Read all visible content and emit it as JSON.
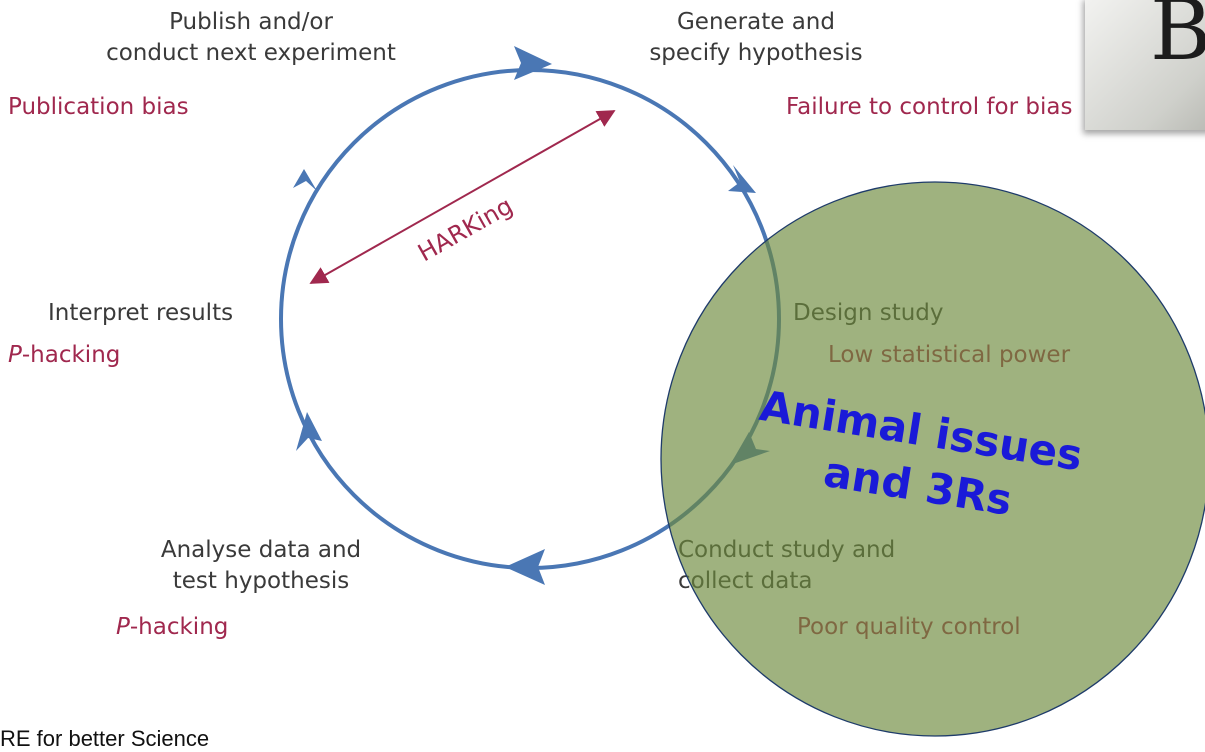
{
  "cycle": {
    "publish": "Publish and/or\nconduct next experiment",
    "generate": "Generate and\nspecify hypothesis",
    "design": "Design study",
    "conduct": "Conduct study and\ncollect data",
    "analyse": "Analyse data and\ntest hypothesis",
    "interpret": "Interpret results"
  },
  "biases": {
    "publication": "Publication bias",
    "failure": "Failure to control for bias",
    "low_power": "Low statistical power",
    "quality": "Poor quality control",
    "p_letter": "P",
    "p_rest": "-hacking",
    "harking": "HARKing"
  },
  "overlay": {
    "line1": "Animal issues",
    "line2": "and 3Rs"
  },
  "corner": {
    "letter": "B"
  },
  "footer": "RE for better Science",
  "colors": {
    "arrow": "#4a77b4",
    "bias": "#a0284e",
    "overlay_fill": "#6e8a3c",
    "overlay_text": "#1a1ad8"
  }
}
